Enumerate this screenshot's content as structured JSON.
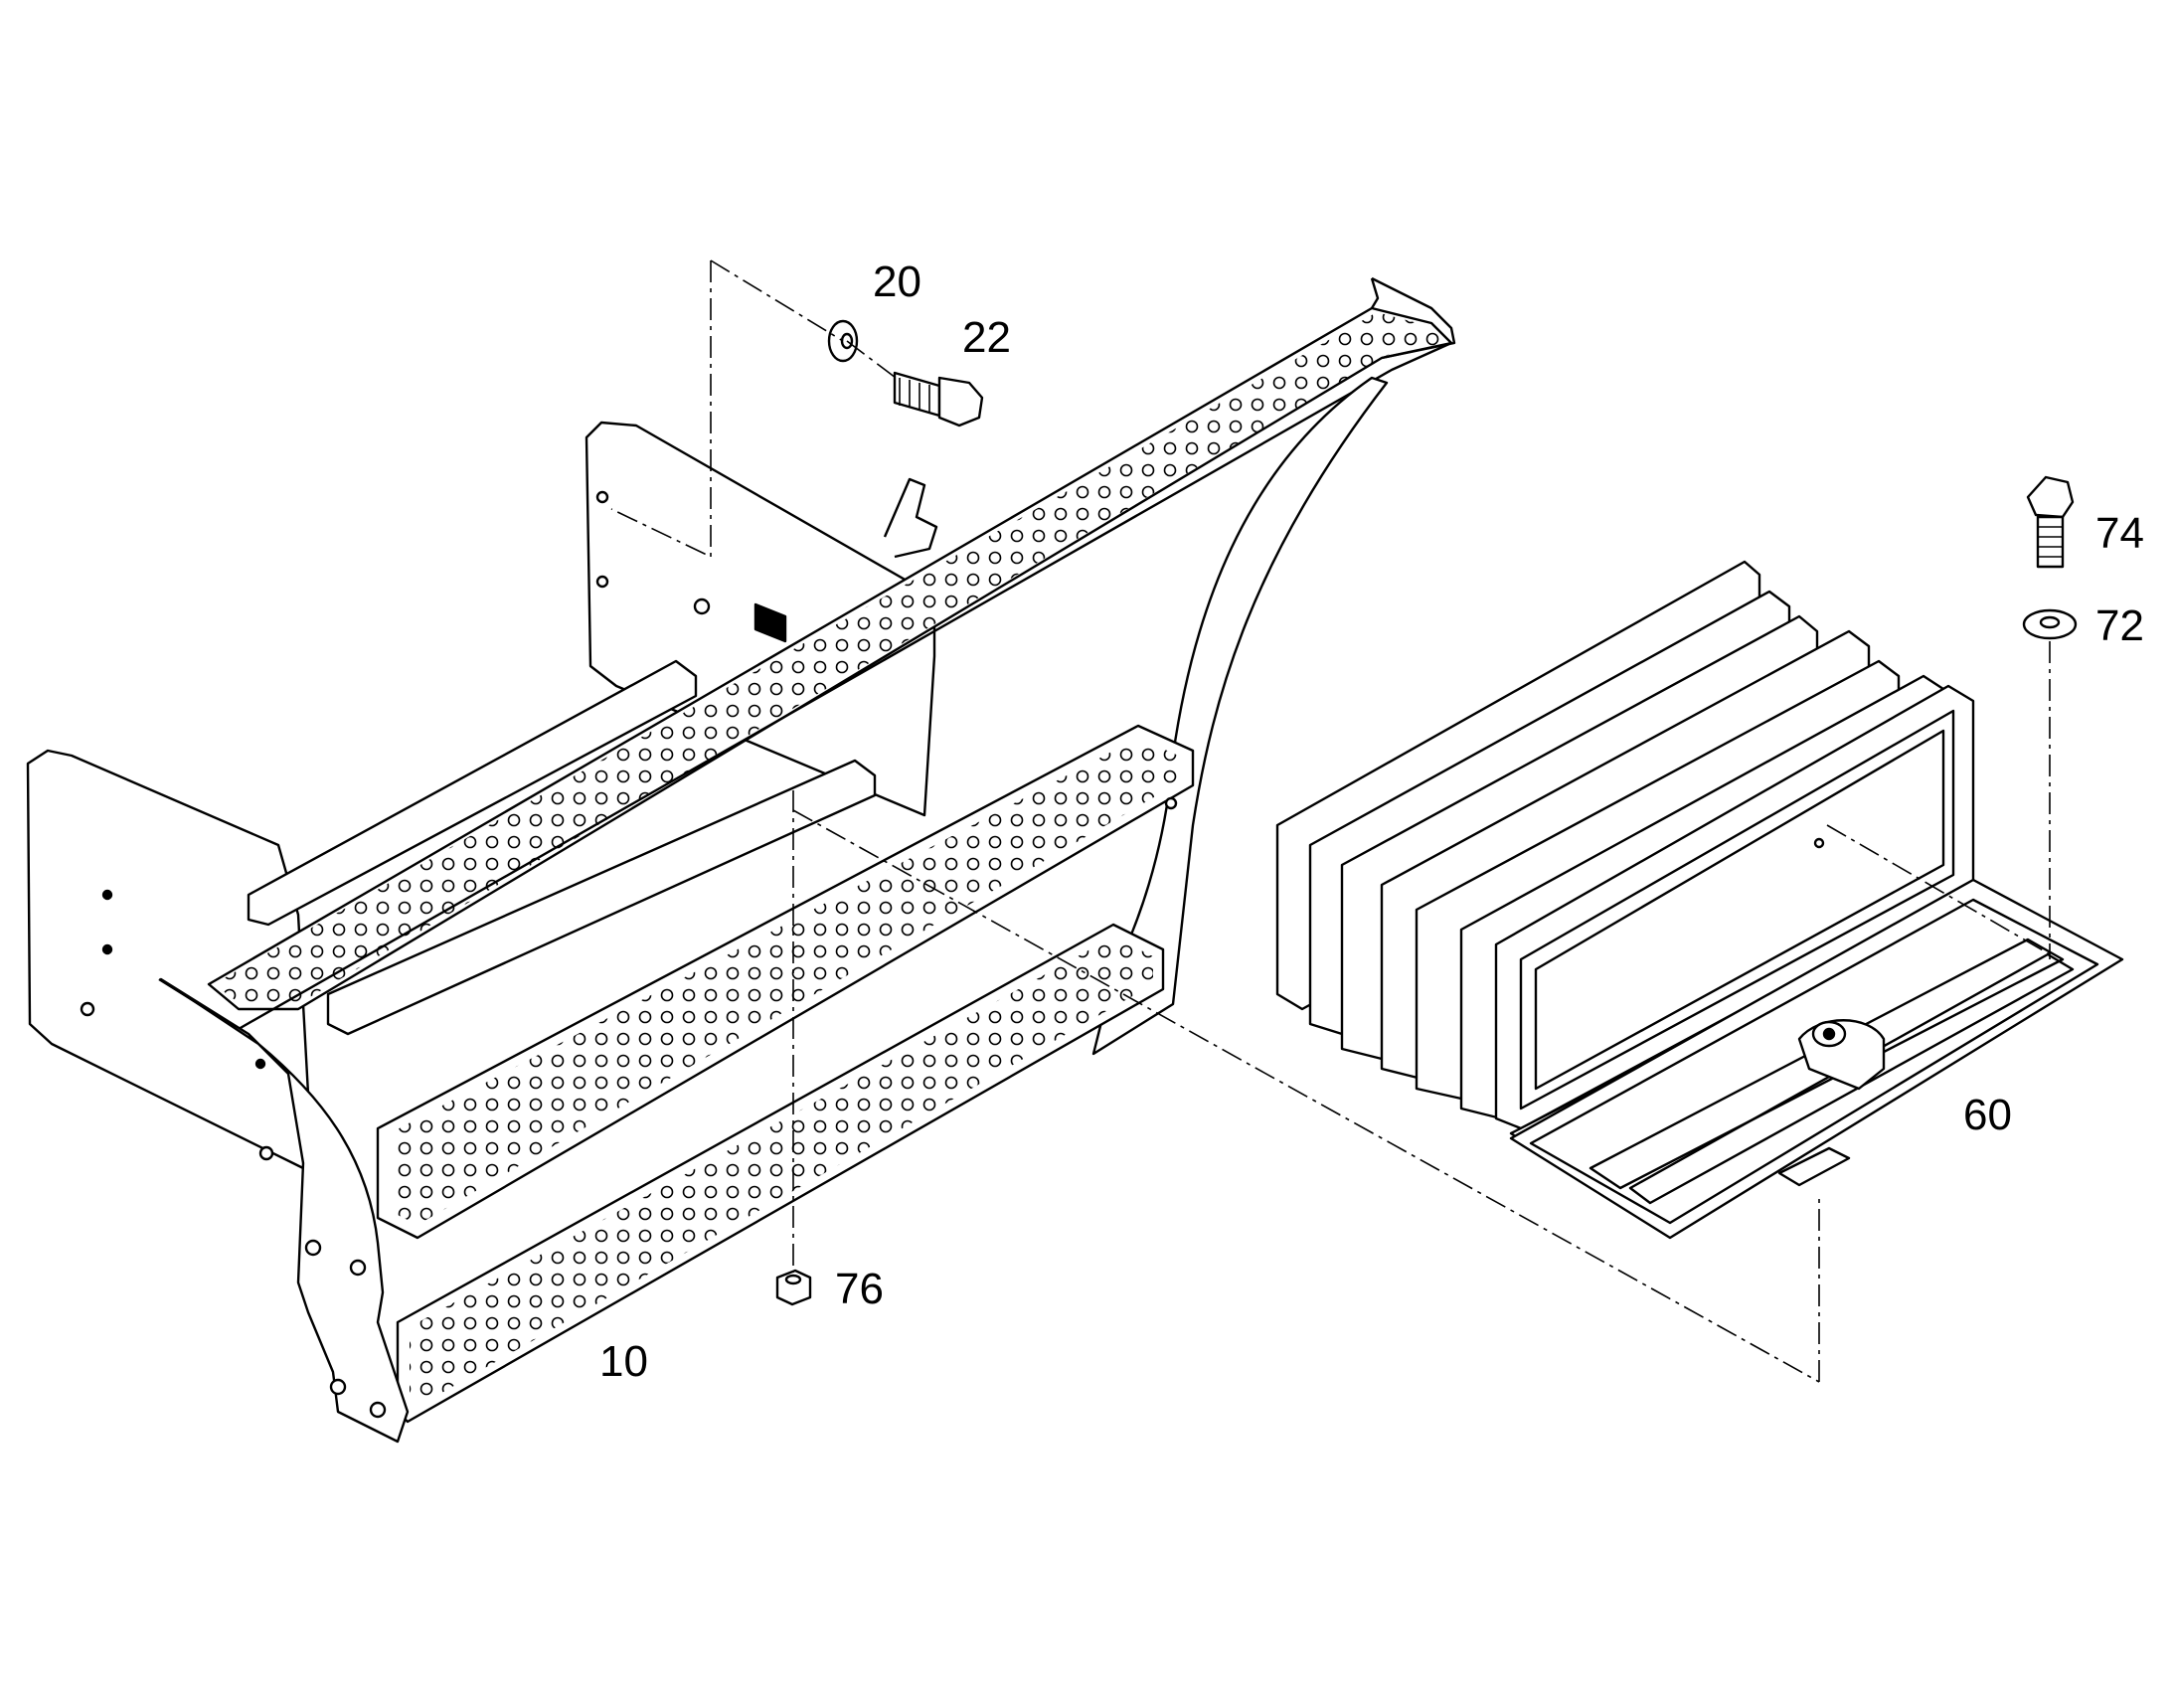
{
  "callouts": {
    "washer_upper": "20",
    "bolt_upper": "22",
    "bolt_right": "74",
    "washer_right": "72",
    "toolbox": "60",
    "nut": "76",
    "step_assembly": "10"
  }
}
